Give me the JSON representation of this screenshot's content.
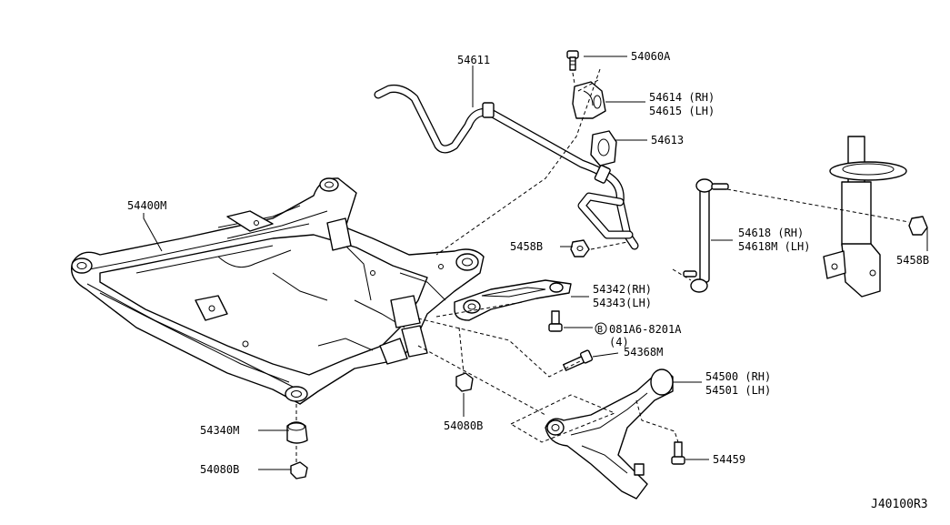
{
  "diagram_code": "J40100R3",
  "labels": {
    "stabilizer_bar": "54611",
    "bracket_bolt": "54060A",
    "clamp_rh": "54614 (RH)",
    "clamp_lh": "54615 (LH)",
    "bushing": "54613",
    "connecting_rod_rh": "54618 (RH)",
    "connecting_rod_lh": "54618M (LH)",
    "nut_left": "5458B",
    "nut_right": "5458B",
    "member": "54400M",
    "link_rh": "54342(RH)",
    "link_lh": "54343(LH)",
    "bolt_code": "081A6-8201A",
    "bolt_code_marker": "B",
    "bolt_qty": "(4)",
    "bolt_54368": "54368M",
    "arm_rh": "54500 (RH)",
    "arm_lh": "54501 (LH)",
    "mount_insulator": "54340M",
    "nut_54080_center": "54080B",
    "nut_54080_left": "54080B",
    "bolt_54459": "54459"
  }
}
